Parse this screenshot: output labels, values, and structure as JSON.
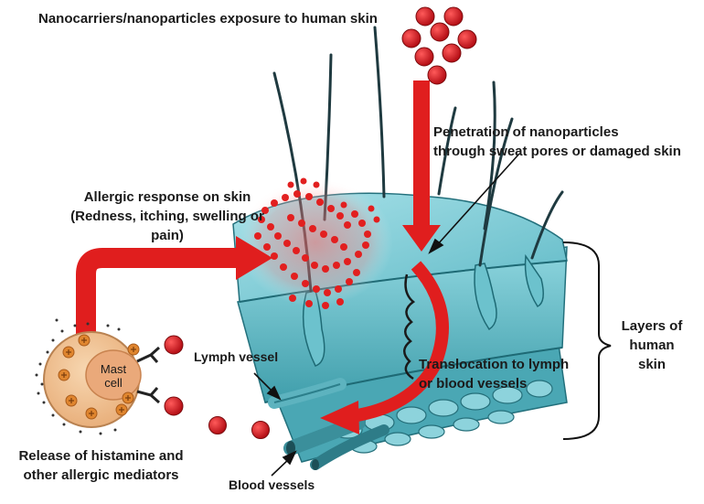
{
  "labels": {
    "exposure": "Nanocarriers/nanoparticles exposure to human skin",
    "penetration": [
      "Penetration of nanoparticles",
      "through sweat pores or damaged skin"
    ],
    "allergic": [
      "Allergic response on skin",
      "(Redness, itching, swelling or pain)"
    ],
    "layers": [
      "Layers of",
      "human",
      "skin"
    ],
    "lymph_vessel": "Lymph vessel",
    "translocation": [
      "Translocation to lymph",
      "or blood vessels"
    ],
    "mast_cell": [
      "Mast",
      "cell"
    ],
    "release": [
      "Release of histamine and",
      "other allergic mediators"
    ],
    "blood_vessels": "Blood vessels"
  },
  "colors": {
    "nanoparticle": "#d91f26",
    "arrow": "#e01e1e",
    "skin": "#7fcfd8",
    "skin_dark": "#2f8e9c",
    "mast_cell": "#f3c79a",
    "nucleus": "#eaa97a",
    "granule": "#e0862f"
  }
}
